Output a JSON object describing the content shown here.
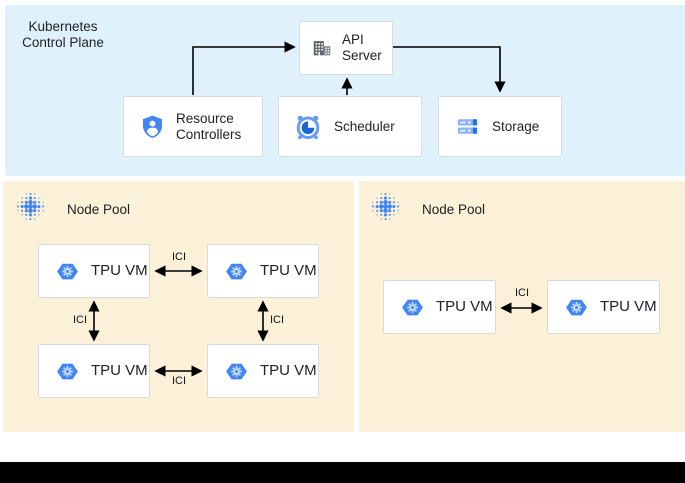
{
  "control_plane": {
    "title": "Kubernetes Control Plane",
    "api_server": {
      "label": "API Server",
      "icon": "building-icon"
    },
    "resource_controllers": {
      "label": "Resource Controllers",
      "icon": "shield-user-icon"
    },
    "scheduler": {
      "label": "Scheduler",
      "icon": "alarm-clock-icon"
    },
    "storage": {
      "label": "Storage",
      "icon": "server-stack-icon"
    },
    "arrows": [
      {
        "from": "Resource Controllers",
        "to": "API Server"
      },
      {
        "from": "Scheduler",
        "to": "API Server"
      },
      {
        "from": "API Server",
        "to": "Storage"
      }
    ]
  },
  "node_pools": [
    {
      "label": "Node Pool",
      "icon": "dot-grid-icon",
      "vms": [
        {
          "label": "TPU VM"
        },
        {
          "label": "TPU VM"
        },
        {
          "label": "TPU VM"
        },
        {
          "label": "TPU VM"
        }
      ],
      "links": [
        {
          "label": "ICI",
          "position": "top"
        },
        {
          "label": "ICI",
          "position": "left"
        },
        {
          "label": "ICI",
          "position": "right"
        },
        {
          "label": "ICI",
          "position": "bottom"
        }
      ]
    },
    {
      "label": "Node Pool",
      "icon": "dot-grid-icon",
      "vms": [
        {
          "label": "TPU VM"
        },
        {
          "label": "TPU VM"
        }
      ],
      "links": [
        {
          "label": "ICI",
          "position": "middle"
        }
      ]
    }
  ],
  "colors": {
    "control_plane_bg": "#DFF2FC",
    "node_pool_bg": "#FBF1D8",
    "card_border": "#D8DADE",
    "text": "#202124",
    "google_blue": "#4285F4",
    "gear_light_blue": "#CFE0FB",
    "storage_light_blue": "#8AB4F8",
    "storage_dark_blue": "#1A73E8",
    "clock_ring_blue": "#669DF6",
    "clock_pie_blue": "#1967D2",
    "building_gray": "#5F6368",
    "arrow_black": "#000000",
    "bottom_bar": "#000000"
  }
}
